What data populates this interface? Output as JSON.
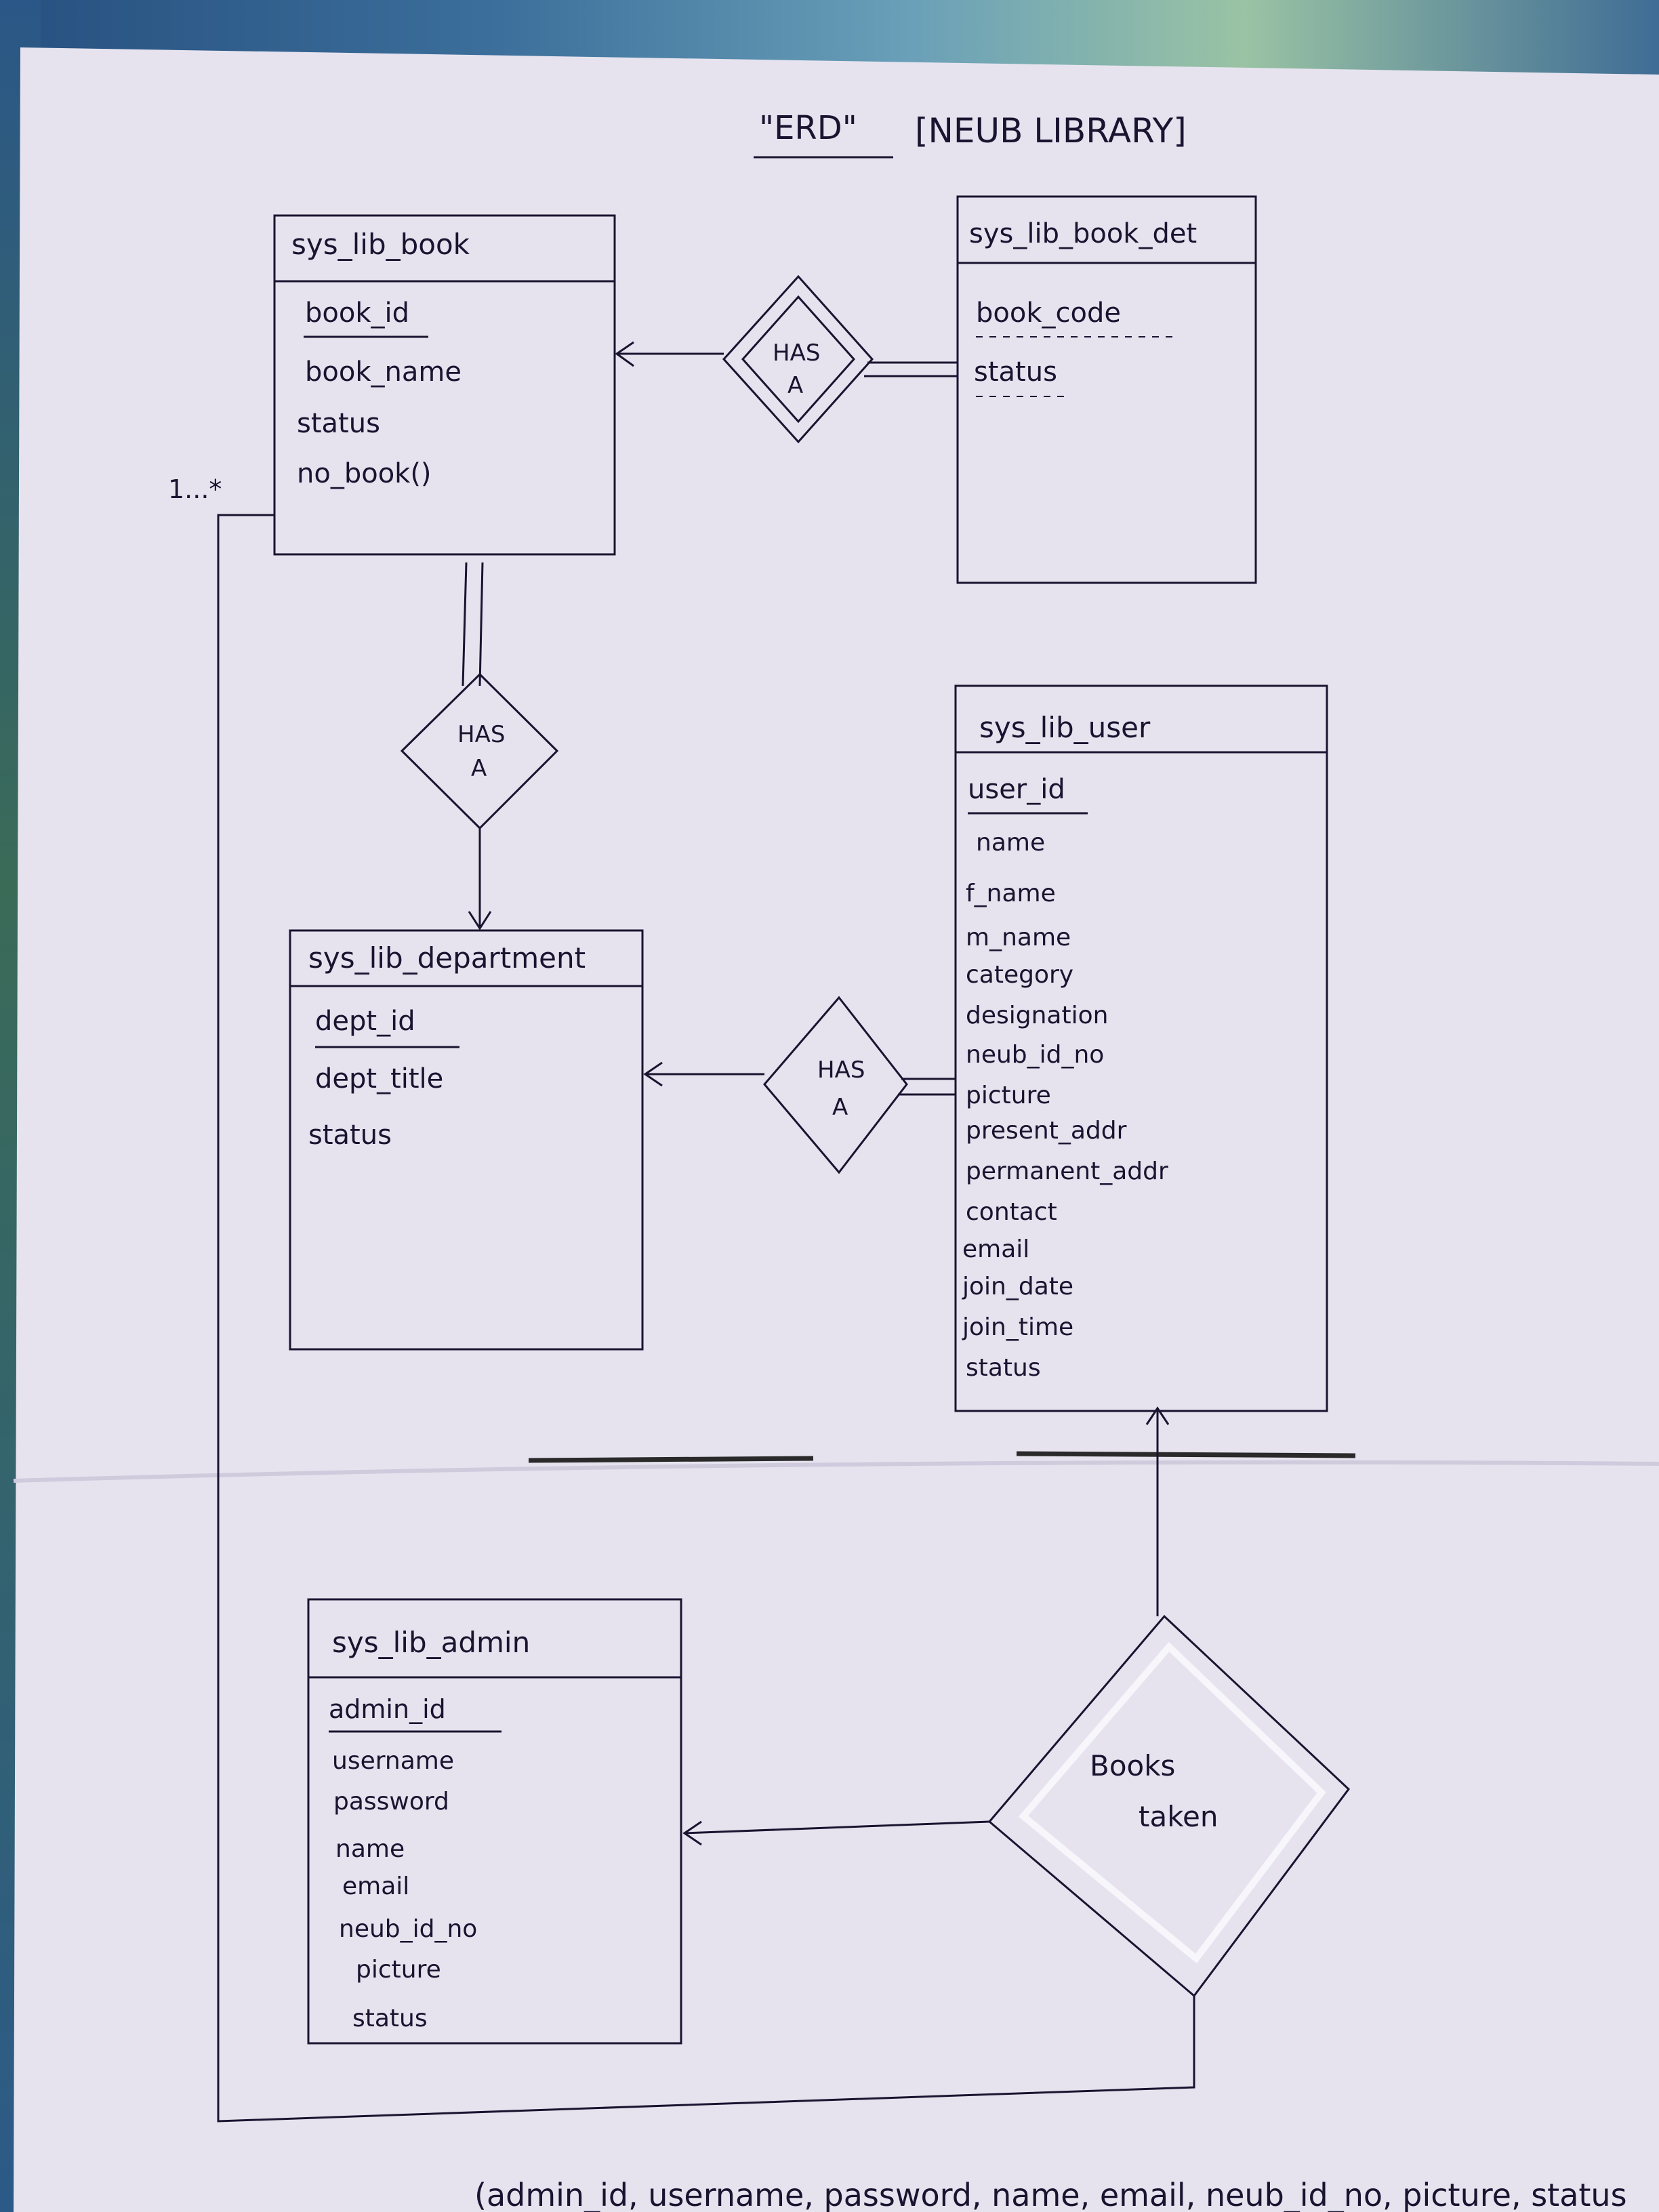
{
  "title": {
    "erd": "\"ERD\"",
    "library": "[NEUB LIBRARY]"
  },
  "entities": {
    "book": {
      "name": "sys_lib_book",
      "attributes": [
        "book_id",
        "book_name",
        "status",
        "no_book()"
      ],
      "key": "book_id"
    },
    "book_det": {
      "name": "sys_lib_book_det",
      "attributes": [
        "book_code",
        "status"
      ],
      "key": "book_code"
    },
    "department": {
      "name": "sys_lib_department",
      "attributes": [
        "dept_id",
        "dept_title",
        "status"
      ],
      "key": "dept_id"
    },
    "user": {
      "name": "sys_lib_user",
      "attributes": [
        "user_id",
        "name",
        "f_name",
        "m_name",
        "category",
        "designation",
        "neub_id_no",
        "picture",
        "present_addr",
        "permanent_addr",
        "contact",
        "email",
        "join_date",
        "join_time",
        "status"
      ],
      "key": "user_id"
    },
    "admin": {
      "name": "sys_lib_admin",
      "attributes": [
        "admin_id",
        "username",
        "password",
        "name",
        "email",
        "neub_id_no",
        "picture",
        "status"
      ],
      "key": "admin_id"
    }
  },
  "relationships": {
    "book_has_det": [
      "HAS",
      "A"
    ],
    "book_has_dept": [
      "HAS",
      "A"
    ],
    "user_has_dept": [
      "HAS",
      "A"
    ],
    "books_taken": [
      "Books",
      "taken"
    ]
  },
  "multiplicity": "1...*",
  "footer_note": "(admin_id, username, password, name, email, neub_id_no, picture, status"
}
